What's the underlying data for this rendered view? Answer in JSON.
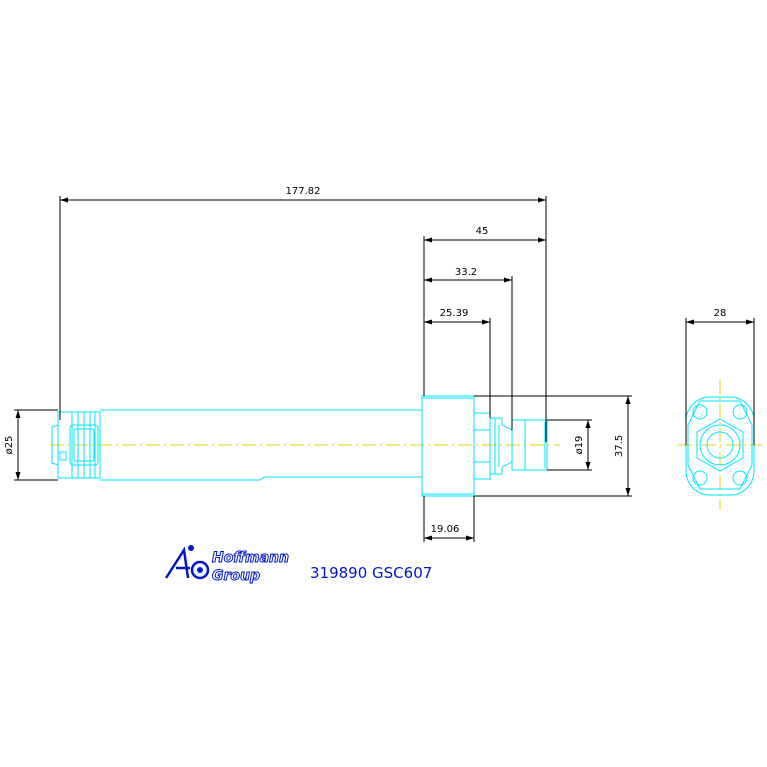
{
  "dimensions": {
    "overall_length": "177.82",
    "d45": "45",
    "d33": "33.2",
    "d25": "25.39",
    "d19_06": "19.06",
    "dia25": "ø25",
    "dia19": "ø19",
    "h37_5": "37.5",
    "w28": "28"
  },
  "logo": {
    "line1": "Hoffmann",
    "line2": "Group"
  },
  "part_number": "319890 GSC607",
  "colors": {
    "outline": "#00e5ff",
    "centerline": "#e8d000",
    "dimension": "#000000",
    "brand": "#0018c8"
  }
}
